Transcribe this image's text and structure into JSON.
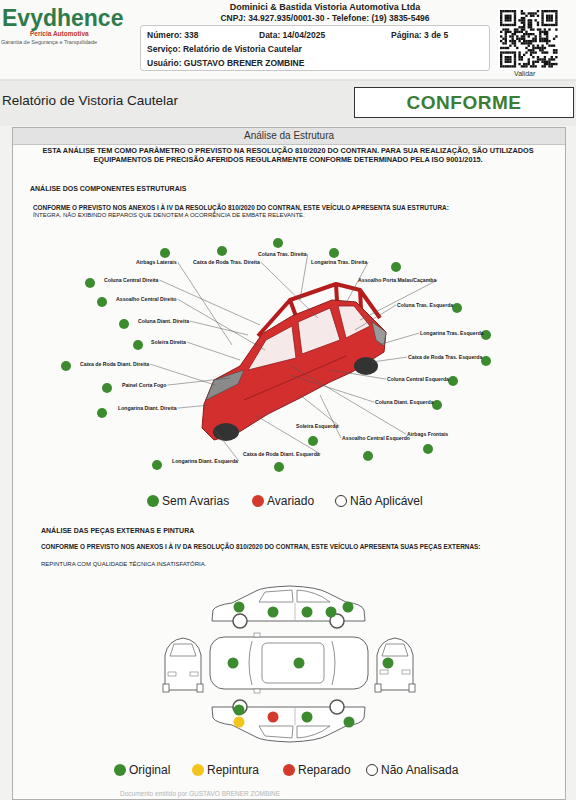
{
  "diagram": {
    "nodes": [
      {
        "text": [
          "Número: 338",
          "Data: 14/04/2025",
          "Página: 3 de 5",
          "Serviço: Relatório de Vistoria Cautelar",
          "Usuário: GUSTAVO BRENER ZOMBINE"
        ]
      },
      {
        "text": [
          "CONFORME"
        ]
      },
      {
        "text": [
          "Análise da Estrutura"
        ]
      }
    ],
    "labels": [
      "Evydhence",
      "Perícia Automotiva",
      "Garantia de Segurança e Tranquilidade",
      "Dominici & Bastida Vistoria Automotiva Ltda",
      "CNPJ: 34.927.935/0001-30 - Telefone: (19) 3835-5496",
      "Validar",
      "Relatório de Vistoria Cautelar",
      "ESTA ANÁLISE TEM COMO PARÂMETRO O PREVISTO NA RESOLUÇÃO 810/2020 DO CONTRAN. PARA SUA REALIZAÇÃO, SÃO UTILIZADOS EQUIPAMENTOS DE PRECISÃO AFERIDOS REGULARMENTE CONFORME DETERMINADO PELA ISO 9001/2015.",
      "ANÁLISE DOS COMPONENTES ESTRUTURAIS",
      "CONFORME O PREVISTO NOS ANEXOS I À IV DA RESOLUÇÃO 810/2020 DO CONTRAN, ESTE VEÍCULO APRESENTA SUA ESTRUTURA:",
      "ÍNTEGRA, NÃO EXIBINDO REPAROS QUE DENOTEM A OCORRÊNCIA DE EMBATE RELEVANTE.",
      "Airbags Laterais",
      "Caixa de Roda Tras. Direita",
      "Coluna Tras. Direita",
      "Longarina Tras. Direita",
      "Assoalho Porta Malas/Caçamba",
      "Coluna Central Direita",
      "Assoalho Central Direito",
      "Coluna Tras. Esquerda",
      "Coluna Diant. Direita",
      "Longarina Tras. Esquerda",
      "Soleira Direita",
      "Caixa de Roda Tras. Esquerda",
      "Caixa de Roda Diant. Direita",
      "Coluna Central Esquerda",
      "Painel Corta Fogo",
      "Coluna Diant. Esquerda",
      "Longarina Diant. Direita",
      "Airbags Frontais",
      "Soleira Esquerda",
      "Assoalho Central Esquerdo",
      "Caixa de Roda Diant. Esquerda",
      "Longarina Diant. Esquerda",
      "ANÁLISE DAS PEÇAS EXTERNAS E PINTURA",
      "CONFORME O PREVISTO NOS ANEXOS I À IV DA RESOLUÇÃO 810/2020 DO CONTRAN, ESTE VEÍCULO APRESENTA SUAS PEÇAS EXTERNAS:",
      "REPINTURA COM QUALIDADE TÉCNICA INSATISFATÓRIA.",
      "Documento emitido por GUSTAVO BRENER ZOMBINE"
    ],
    "legend": [
      {
        "text": "Sem Avarias",
        "color": "#3d8b2f"
      },
      {
        "text": "Avariado",
        "color": "#d33a2c"
      },
      {
        "text": "Não Aplicável"
      },
      {
        "text": "Original",
        "color": "#3d8b2f"
      },
      {
        "text": "Repintura",
        "color": "#f2c41c"
      },
      {
        "text": "Reparado",
        "color": "#d33a2c"
      },
      {
        "text": "Não Analisada"
      }
    ]
  }
}
